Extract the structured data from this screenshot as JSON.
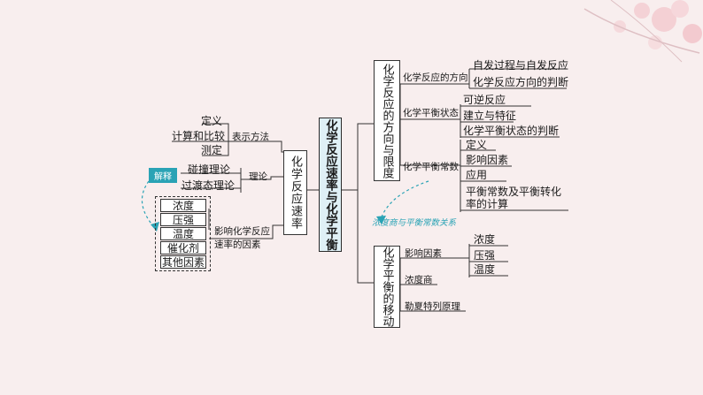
{
  "center_title": "化学反应速率与化学平衡",
  "left": {
    "rate_branch": "化学反应速率",
    "representation": {
      "label": "表示方法",
      "items": [
        "定义",
        "计算和比较",
        "测定"
      ]
    },
    "theory": {
      "label": "理论",
      "items": [
        "碰撞理论",
        "过渡态理论"
      ]
    },
    "factors": {
      "label_line1": "影响化学反应",
      "label_line2": "速率的因素",
      "items": [
        "浓度",
        "压强",
        "温度",
        "催化剂",
        "其他因素"
      ]
    },
    "explain_tag": "解释"
  },
  "right": {
    "direction_branch": "化学反应的方向与限度",
    "direction": {
      "label": "化学反应的方向",
      "items": [
        "自发过程与自发反应",
        "化学反应方向的判断"
      ]
    },
    "equilibrium_state": {
      "label": "化学平衡状态",
      "items": [
        "可逆反应",
        "建立与特征",
        "化学平衡状态的判断"
      ]
    },
    "equilibrium_constant": {
      "label": "化学平衡常数",
      "items": [
        "定义",
        "影响因素",
        "应用"
      ],
      "last_line1": "平衡常数及平衡转化",
      "last_line2": "率的计算"
    },
    "note": "浓度商与平衡常数关系",
    "shift_branch": "化学平衡的移动",
    "shift": {
      "factors_label": "影响因素",
      "factors": [
        "浓度",
        "压强",
        "温度"
      ],
      "quotient": "浓度商",
      "principle": "勒夏特列原理"
    }
  },
  "colors": {
    "accent": "#2aa3b5",
    "center_bg": "#dff0f6",
    "background": "#f8eeee"
  }
}
